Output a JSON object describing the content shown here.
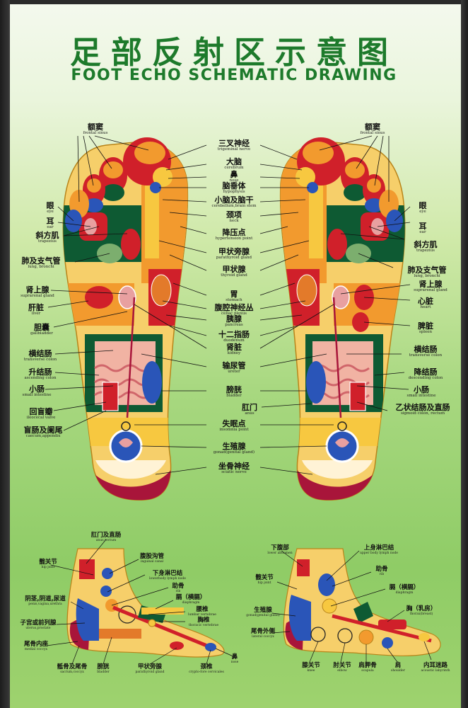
{
  "title": {
    "cn": "足部反射区示意图",
    "en": "FOOT ECHO SCHEMATIC DRAWING"
  },
  "colors": {
    "title": "#1d7a2b",
    "background_top": "#f4f9ee",
    "background_bottom": "#8fcc66",
    "dark_green": "#0e5a33",
    "red": "#d0202a",
    "orange": "#f29a2e",
    "yellow": "#f7c840",
    "pink": "#e8a0a0",
    "blue": "#2a55b8",
    "maroon": "#a8153a"
  },
  "center_labels": [
    {
      "cn": "三叉神经",
      "en": "trigeminal nerve"
    },
    {
      "cn": "大脑",
      "en": "cerebrum"
    },
    {
      "cn": "鼻",
      "en": "nose"
    },
    {
      "cn": "脑垂体",
      "en": "hypophysis"
    },
    {
      "cn": "小脑及脑干",
      "en": "cerebellum,brain stem"
    },
    {
      "cn": "颈项",
      "en": "neck"
    },
    {
      "cn": "降压点",
      "en": "hypertension point"
    },
    {
      "cn": "甲状旁腺",
      "en": "parathyroid gland"
    },
    {
      "cn": "甲状腺",
      "en": "thyroid gland"
    },
    {
      "cn": "胃",
      "en": "stomach"
    },
    {
      "cn": "腹腔神经丛",
      "en": "celiac plexus"
    },
    {
      "cn": "胰腺",
      "en": "pancreas"
    },
    {
      "cn": "十二指肠",
      "en": "duodenum"
    },
    {
      "cn": "肾脏",
      "en": "kidney"
    },
    {
      "cn": "输尿管",
      "en": "ureter"
    },
    {
      "cn": "膀胱",
      "en": "bladder"
    },
    {
      "cn": "失眠点",
      "en": "insomnia point"
    },
    {
      "cn": "生殖腺",
      "en": "gonad(genital gland)"
    },
    {
      "cn": "坐骨神经",
      "en": "sciatic nerve"
    }
  ],
  "left_labels": [
    {
      "cn": "额窦",
      "en": "frontal sinus"
    },
    {
      "cn": "眼",
      "en": "eye"
    },
    {
      "cn": "耳",
      "en": "ear"
    },
    {
      "cn": "斜方肌",
      "en": "trapezius"
    },
    {
      "cn": "肺及支气管",
      "en": "lung, bronchi"
    },
    {
      "cn": "肾上腺",
      "en": "suprarenal gland"
    },
    {
      "cn": "肝脏",
      "en": "liver"
    },
    {
      "cn": "胆囊",
      "en": "gallbladder"
    },
    {
      "cn": "横结肠",
      "en": "transverse colon"
    },
    {
      "cn": "升结肠",
      "en": "ascending colon"
    },
    {
      "cn": "小肠",
      "en": "small intestine"
    },
    {
      "cn": "回盲瓣",
      "en": "ileocecal valve"
    },
    {
      "cn": "盲肠及阑尾",
      "en": "caecum,appendix"
    }
  ],
  "right_labels": [
    {
      "cn": "额窦",
      "en": "frontal sinus"
    },
    {
      "cn": "眼",
      "en": "eye"
    },
    {
      "cn": "耳",
      "en": "ear"
    },
    {
      "cn": "斜方肌",
      "en": "trapezius"
    },
    {
      "cn": "肺及支气管",
      "en": "lung, bronchi"
    },
    {
      "cn": "肾上腺",
      "en": "suprarenal gland"
    },
    {
      "cn": "心脏",
      "en": "heart"
    },
    {
      "cn": "脾脏",
      "en": "spleen"
    },
    {
      "cn": "横结肠",
      "en": "transverse colon"
    },
    {
      "cn": "降结肠",
      "en": "descending colon"
    },
    {
      "cn": "小肠",
      "en": "small intestine"
    },
    {
      "cn": "肛门",
      "en": "anus"
    },
    {
      "cn": "乙状结肠及直肠",
      "en": "sigmoid colon, rectum"
    }
  ],
  "inner_foot_labels": [
    {
      "cn": "肛门及直肠",
      "en": "anus,rectum"
    },
    {
      "cn": "髋关节",
      "en": "hip joint"
    },
    {
      "cn": "腹股沟管",
      "en": "inguinal canal"
    },
    {
      "cn": "下身淋巴结",
      "en": "lowerbody lymph node"
    },
    {
      "cn": "助骨",
      "en": "rib"
    },
    {
      "cn": "膈（横膈）",
      "en": "diaphragm"
    },
    {
      "cn": "阴茎,阴道,尿道",
      "en": "penis,vagina,urethra"
    },
    {
      "cn": "腰椎",
      "en": "lumbar vertebrae"
    },
    {
      "cn": "胸椎",
      "en": "thoracic vertebrae"
    },
    {
      "cn": "子宫或前列腺",
      "en": "uterus,prostate"
    },
    {
      "cn": "尾骨内座",
      "en": "medial coccyx"
    },
    {
      "cn": "骶骨及尾骨",
      "en": "sacrum,coccyx"
    },
    {
      "cn": "膀胱",
      "en": "bladder"
    },
    {
      "cn": "甲状旁腺",
      "en": "parathyroid gland"
    },
    {
      "cn": "颈椎",
      "en": "crypto-fore cervicales"
    },
    {
      "cn": "鼻",
      "en": "nose"
    }
  ],
  "outer_foot_labels": [
    {
      "cn": "下腹部",
      "en": "lower abdomen"
    },
    {
      "cn": "上身淋巴结",
      "en": "upper body lymph node"
    },
    {
      "cn": "髋关节",
      "en": "hip joint"
    },
    {
      "cn": "助骨",
      "en": "rib"
    },
    {
      "cn": "膈（横膈）",
      "en": "diaphragm"
    },
    {
      "cn": "生殖腺",
      "en": "gonad(genital gland)"
    },
    {
      "cn": "胸（乳房）",
      "en": "thorax(breast)"
    },
    {
      "cn": "尾骨外侧",
      "en": "lateral coccyx"
    },
    {
      "cn": "膝关节",
      "en": "knee"
    },
    {
      "cn": "肘关节",
      "en": "elbow"
    },
    {
      "cn": "肩胛骨",
      "en": "scapula"
    },
    {
      "cn": "肩",
      "en": "shoulder"
    },
    {
      "cn": "内耳迷路",
      "en": "acoustic labyrinth"
    }
  ]
}
